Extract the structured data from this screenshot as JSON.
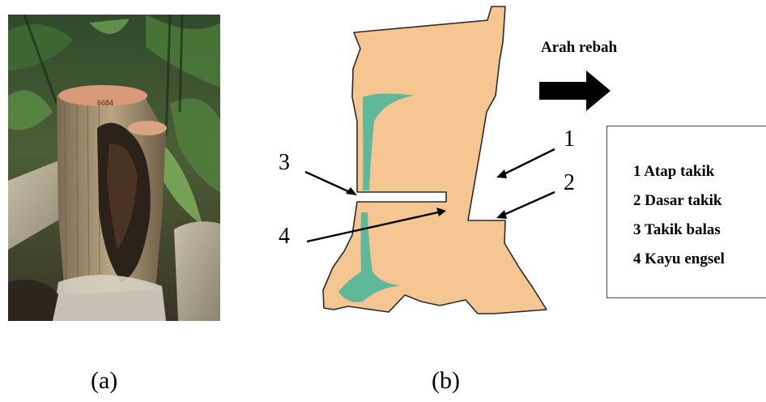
{
  "figure": {
    "caption_a": "(a)",
    "caption_b": "(b)"
  },
  "photo": {
    "stump_marking": "6684",
    "icons": [
      "tree-stump-photo"
    ]
  },
  "diagram": {
    "direction_label": "Arah rebah",
    "callouts": [
      "1",
      "2",
      "3",
      "4"
    ],
    "legend": [
      "1 Atap takik",
      "2 Dasar takik",
      "3 Takik balas",
      "4 Kayu engsel"
    ]
  },
  "colors": {
    "stump_fill": "#f5c592",
    "stump_outline": "#2b2b2b",
    "heartwood": "#5fb89a",
    "legend_border": "#3b3ba8",
    "arrow": "#000000"
  }
}
